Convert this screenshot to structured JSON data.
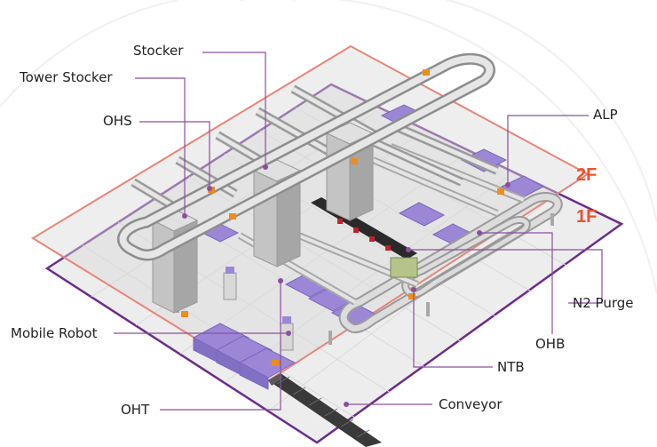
{
  "labels": {
    "stocker": "Stocker",
    "tower_stocker": "Tower  Stocker",
    "ohs": "OHS",
    "alp": "ALP",
    "mobile_robot": "Mobile Robot",
    "oht": "OHT",
    "n2_purge": "N2 Purge",
    "ohb": "OHB",
    "ntb": "NTB",
    "conveyor": "Conveyor"
  },
  "floors": {
    "upper": "2F",
    "lower": "1F"
  },
  "colors": {
    "leader_line": "#8a4f9e",
    "floor_2f_border": "#e8857a",
    "floor_1f_border": "#6b2d8a",
    "floor_label": "#e8542f",
    "equipment": "#9b87d6",
    "stocker_body": "#c8c8c8",
    "rail": "#d9d9d9"
  }
}
